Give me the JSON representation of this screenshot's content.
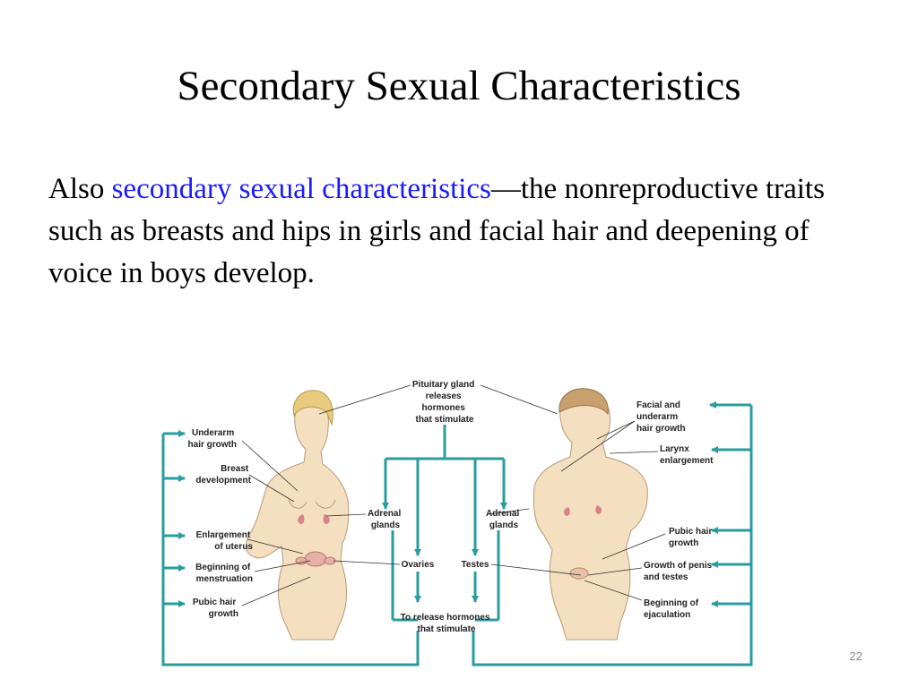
{
  "slide": {
    "title": "Secondary Sexual Characteristics",
    "page_number": "22"
  },
  "body": {
    "lead": "Also ",
    "term": "secondary sexual characteristics",
    "rest": "—the nonreproductive traits such as breasts and hips in girls and facial hair and deepening of voice in boys develop."
  },
  "colors": {
    "term": "#1a1aff",
    "flow_line": "#2a9ca0",
    "skin": "#f4dfc0",
    "gland": "#d9838b"
  },
  "figure": {
    "labels": {
      "pituitary": [
        "Pituitary gland",
        "releases",
        "hormones",
        "that stimulate"
      ],
      "underarm_female": [
        "Underarm",
        "hair growth"
      ],
      "breast": [
        "Breast",
        "development"
      ],
      "uterus": [
        "Enlargement",
        "of uterus"
      ],
      "menstruation": [
        "Beginning of",
        "menstruation"
      ],
      "pubic_female": [
        "Pubic hair",
        "growth"
      ],
      "adrenal_left": [
        "Adrenal",
        "glands"
      ],
      "adrenal_right": [
        "Adrenal",
        "glands"
      ],
      "ovaries": "Ovaries",
      "testes": "Testes",
      "release": [
        "To release hormones",
        "that stimulate"
      ],
      "facial_male": [
        "Facial and",
        "underarm",
        "hair growth"
      ],
      "larynx": [
        "Larynx",
        "enlargement"
      ],
      "pubic_male": [
        "Pubic hair",
        "growth"
      ],
      "penis": [
        "Growth of penis",
        "and testes"
      ],
      "ejaculation": [
        "Beginning of",
        "ejaculation"
      ]
    }
  }
}
